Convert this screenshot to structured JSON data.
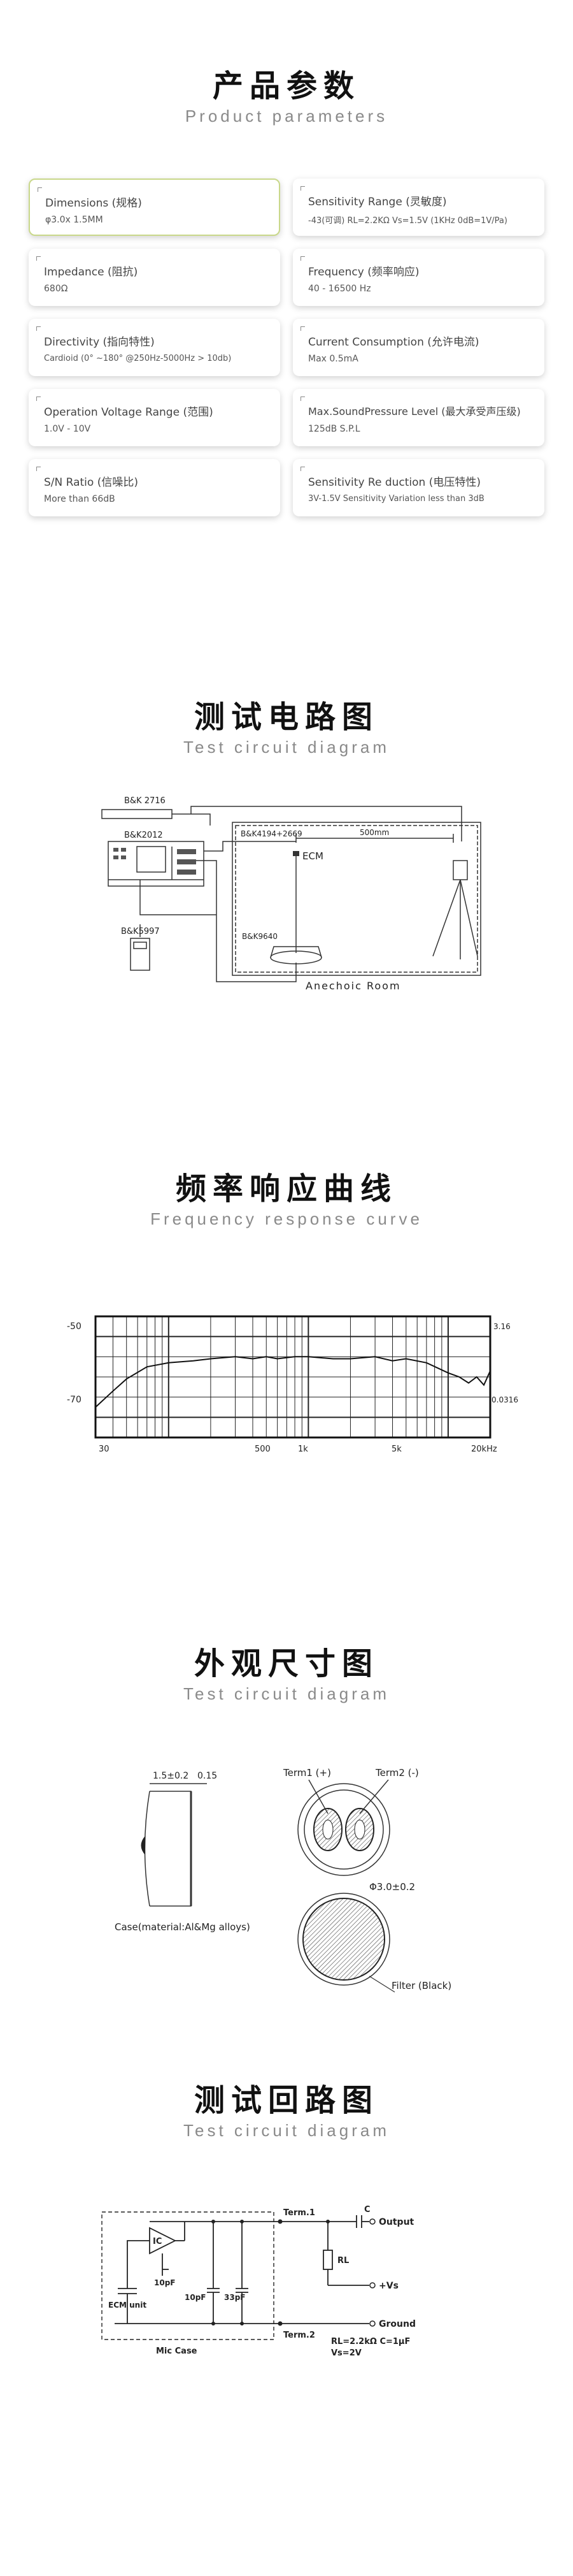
{
  "sections": {
    "params": {
      "zh": "产品参数",
      "en": "Product parameters"
    },
    "test_circuit": {
      "zh": "测试电路图",
      "en": "Test circuit diagram"
    },
    "frequency": {
      "zh": "频率响应曲线",
      "en": "Frequency response curve"
    },
    "dimension": {
      "zh": "外观尺寸图",
      "en": "Test circuit diagram"
    },
    "loop": {
      "zh": "测试回路图",
      "en": "Test circuit diagram"
    }
  },
  "params": [
    {
      "label": "Dimensions (规格)",
      "value": "φ3.0x 1.5MM"
    },
    {
      "label": "Sensitivity Range (灵敏度)",
      "value": "-43(可调)  RL=2.2KΩ Vs=1.5V  (1KHz 0dB=1V/Pa)"
    },
    {
      "label": "Impedance (阻抗)",
      "value": "680Ω"
    },
    {
      "label": "Frequency (频率响应)",
      "value": "40 - 16500 Hz"
    },
    {
      "label": "Directivity (指向特性)",
      "value": "Cardioid (0° ~180° @250Hz-5000Hz > 10db)"
    },
    {
      "label": "Current Consumption (允许电流)",
      "value": "Max 0.5mA"
    },
    {
      "label": "Operation Voltage Range (范围)",
      "value": "1.0V - 10V"
    },
    {
      "label": "Max.SoundPressure Level (最大承受声压级)",
      "value": "125dB S.P.L"
    },
    {
      "label": "S/N Ratio (信噪比)",
      "value": "More than 66dB"
    },
    {
      "label": "Sensitivity Re duction (电压特性)",
      "value": "3V-1.5V Sensitivity Variation less than 3dB"
    }
  ],
  "test_diagram": {
    "bk2716": "B&K  2716",
    "bk2012": "B&K2012",
    "bk4194": "B&K4194+2669",
    "ecm": "ECM",
    "distance": "500mm",
    "bk9640": "B&K9640",
    "bk5997": "B&K5997",
    "room": "Anechoic  Room"
  },
  "freq_chart": {
    "y_top": "-50",
    "y_bottom": "-70",
    "right_top": "3.16",
    "right_bottom": "0.0316",
    "x_ticks": [
      "30",
      "500",
      "1k",
      "5k",
      "20kHz"
    ]
  },
  "chart_data": {
    "type": "line",
    "x": [
      30,
      40,
      50,
      70,
      100,
      150,
      200,
      300,
      400,
      500,
      600,
      800,
      1000,
      1500,
      2000,
      3000,
      4000,
      5000,
      7000,
      10000,
      12000,
      14000,
      16000,
      18000,
      20000
    ],
    "series": [
      {
        "values": [
          -67.5,
          -63.5,
          -60.5,
          -57.5,
          -56.5,
          -56,
          -55.5,
          -55,
          -55.5,
          -55,
          -55.5,
          -55,
          -55,
          -55.5,
          -55.5,
          -55,
          -56,
          -55.5,
          -56.5,
          -59,
          -60,
          -61.5,
          -60,
          -62,
          -58.5
        ]
      }
    ],
    "ylim": [
      -75,
      -45
    ],
    "xlim": [
      30,
      20000
    ]
  },
  "dimension_diagram": {
    "width_label": "1.5±0.2",
    "thickness_label": "0.15",
    "term1": "Term1 (+)",
    "term2": "Term2 (-)",
    "case": "Case(material:Al&Mg alloys)",
    "diameter": "Φ3.0±0.2",
    "filter": "Filter (Black)"
  },
  "loop_diagram": {
    "ic": "IC",
    "ecm_unit": "ECM unit",
    "c10pf_a": "10pF",
    "c10pf_b": "10pF",
    "c33pf": "33pF",
    "mic_case": "Mic Case",
    "term1": "Term.1",
    "term2": "Term.2",
    "c": "C",
    "rl": "RL",
    "output": "Output",
    "vs": "+Vs",
    "ground": "Ground",
    "rl_value": "RL=2.2kΩ   C=1μF",
    "vs_value": "Vs=2V"
  }
}
